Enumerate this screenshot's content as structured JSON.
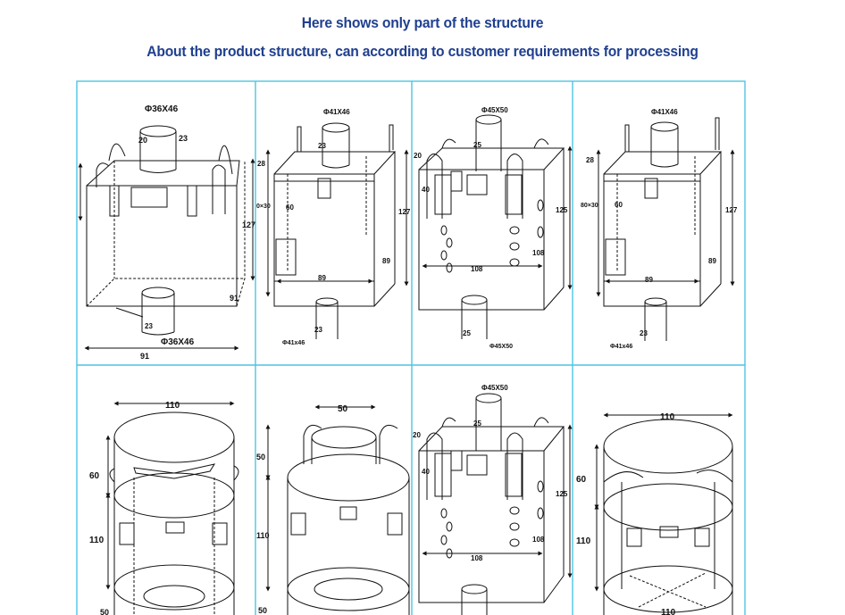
{
  "header": {
    "line1": "Here shows only part of the structure",
    "line2": "About the product structure, can according to customer requirements for processing"
  },
  "colors": {
    "heading": "#1f3f8f",
    "grid": "#4cc4e4",
    "ink": "#111111"
  },
  "panels": {
    "p1": {
      "top": "Φ36X46",
      "a": "20",
      "b": "23",
      "h": "127",
      "w": "91",
      "bot": "Φ36X46",
      "base": "91",
      "c": "23"
    },
    "p2": {
      "top": "Φ41X46",
      "a": "23",
      "b": "28",
      "c": "0×30",
      "d": "60",
      "h": "127",
      "w": "89",
      "e": "89",
      "f": "23",
      "bot": "Φ41x46"
    },
    "p3": {
      "top": "Φ45X50",
      "a": "25",
      "b": "20",
      "c": "40",
      "h": "125",
      "w": "108",
      "e": "108",
      "f": "25",
      "bot": "Φ45X50"
    },
    "p4": {
      "top": "Φ41X46",
      "a": "28",
      "b": "80×30",
      "c": "60",
      "h": "127",
      "w": "89",
      "e": "89",
      "f": "23",
      "bot": "Φ41x46"
    },
    "p5": {
      "a": "110",
      "b": "60",
      "c": "110",
      "d": "50"
    },
    "p6": {
      "a": "50",
      "b": "50",
      "c": "110",
      "d": "50"
    },
    "p7": {
      "top": "Φ45X50",
      "a": "25",
      "b": "20",
      "c": "40",
      "h": "125",
      "e": "108",
      "f": "108"
    },
    "p8": {
      "a": "110",
      "b": "60",
      "c": "110",
      "d": "110"
    }
  }
}
